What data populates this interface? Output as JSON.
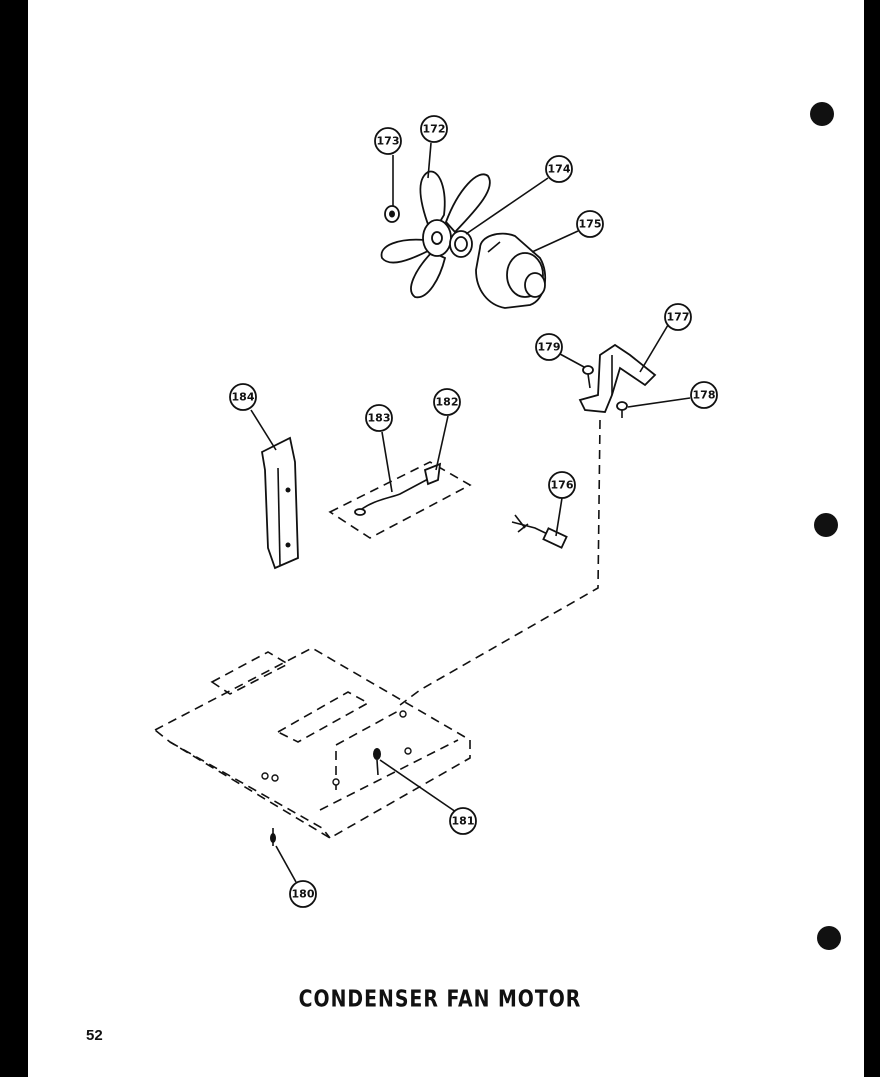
{
  "diagram": {
    "caption": "CONDENSER FAN MOTOR",
    "page_number": "52",
    "parts": [
      {
        "id": "p172",
        "label": "172"
      },
      {
        "id": "p173",
        "label": "173"
      },
      {
        "id": "p174",
        "label": "174"
      },
      {
        "id": "p175",
        "label": "175"
      },
      {
        "id": "p176",
        "label": "176"
      },
      {
        "id": "p177",
        "label": "177"
      },
      {
        "id": "p178",
        "label": "178"
      },
      {
        "id": "p179",
        "label": "179"
      },
      {
        "id": "p180",
        "label": "180"
      },
      {
        "id": "p181",
        "label": "181"
      },
      {
        "id": "p182",
        "label": "182"
      },
      {
        "id": "p183",
        "label": "183"
      },
      {
        "id": "p184",
        "label": "184"
      }
    ]
  }
}
